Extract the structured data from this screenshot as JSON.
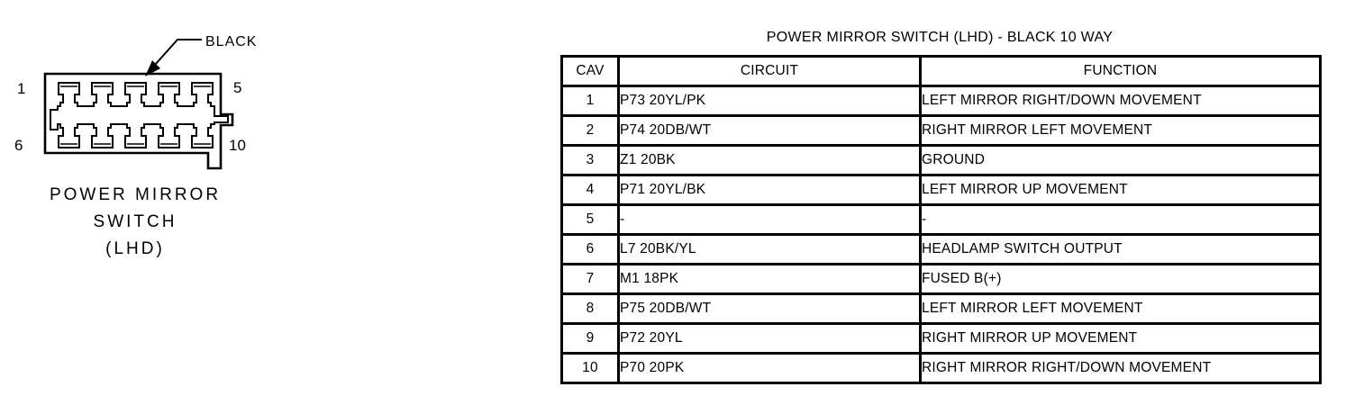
{
  "diagram": {
    "connector_color_label": "BLACK",
    "pin_labels": {
      "top_left": "1",
      "top_right": "5",
      "bottom_left": "6",
      "bottom_right": "10"
    },
    "caption_lines": [
      "POWER MIRROR",
      "SWITCH",
      "(LHD)"
    ]
  },
  "table": {
    "title": "POWER MIRROR SWITCH (LHD) - BLACK 10 WAY",
    "columns": [
      "CAV",
      "CIRCUIT",
      "FUNCTION"
    ],
    "rows": [
      [
        "1",
        "P73 20YL/PK",
        "LEFT MIRROR RIGHT/DOWN MOVEMENT"
      ],
      [
        "2",
        "P74 20DB/WT",
        "RIGHT MIRROR LEFT MOVEMENT"
      ],
      [
        "3",
        "Z1 20BK",
        "GROUND"
      ],
      [
        "4",
        "P71 20YL/BK",
        "LEFT MIRROR UP MOVEMENT"
      ],
      [
        "5",
        "-",
        "-"
      ],
      [
        "6",
        "L7 20BK/YL",
        "HEADLAMP SWITCH OUTPUT"
      ],
      [
        "7",
        "M1 18PK",
        "FUSED B(+)"
      ],
      [
        "8",
        "P75 20DB/WT",
        "LEFT MIRROR LEFT MOVEMENT"
      ],
      [
        "9",
        "P72 20YL",
        "RIGHT MIRROR UP MOVEMENT"
      ],
      [
        "10",
        "P70 20PK",
        "RIGHT MIRROR RIGHT/DOWN MOVEMENT"
      ]
    ]
  },
  "colors": {
    "ink": "#000000",
    "background": "#ffffff"
  }
}
